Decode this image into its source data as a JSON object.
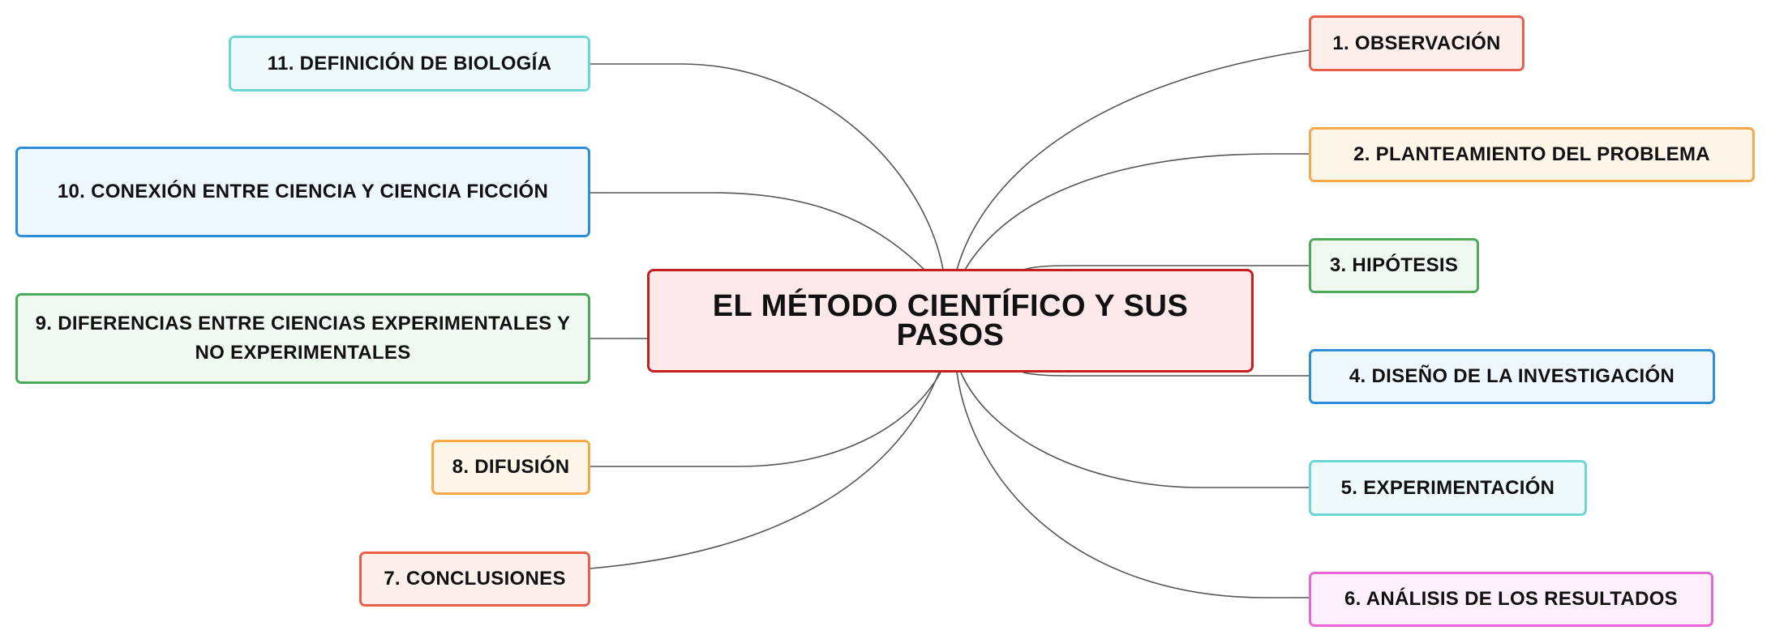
{
  "diagram": {
    "central": {
      "label": "EL MÉTODO CIENTÍFICO Y SUS PASOS",
      "color": "#c41e1e",
      "fill": "#fde8ea"
    },
    "link_color": "#555555",
    "nodes": [
      {
        "id": "n1",
        "label": "1. OBSERVACIÓN",
        "color": "#e8604c",
        "fill": "#fdf0ec"
      },
      {
        "id": "n2",
        "label": "2. PLANTEAMIENTO DEL PROBLEMA",
        "color": "#f5a94a",
        "fill": "#fff6ea"
      },
      {
        "id": "n3",
        "label": "3. HIPÓTESIS",
        "color": "#4caa5a",
        "fill": "#eff9f0"
      },
      {
        "id": "n4",
        "label": "4. DISEÑO DE LA INVESTIGACIÓN",
        "color": "#2f8fd6",
        "fill": "#eef6fe"
      },
      {
        "id": "n5",
        "label": "5. EXPERIMENTACIÓN",
        "color": "#6fd6d6",
        "fill": "#effbfb"
      },
      {
        "id": "n6",
        "label": "6. ANÁLISIS DE LOS RESULTADOS",
        "color": "#e866d8",
        "fill": "#fdeffc"
      },
      {
        "id": "n7",
        "label": "7. CONCLUSIONES",
        "color": "#e8604c",
        "fill": "#fdf0ec"
      },
      {
        "id": "n8",
        "label": "8. DIFUSIÓN",
        "color": "#f5a94a",
        "fill": "#fff6ea"
      },
      {
        "id": "n9",
        "label": "9. DIFERENCIAS ENTRE CIENCIAS EXPERIMENTALES Y NO EXPERIMENTALES",
        "color": "#4caa5a",
        "fill": "#eff9f0"
      },
      {
        "id": "n10",
        "label": "10. CONEXIÓN ENTRE CIENCIA Y CIENCIA FICCIÓN",
        "color": "#2f8fd6",
        "fill": "#eef6fe"
      },
      {
        "id": "n11",
        "label": "11. DEFINICIÓN DE BIOLOGÍA",
        "color": "#6fd6d6",
        "fill": "#effbfb"
      }
    ]
  }
}
